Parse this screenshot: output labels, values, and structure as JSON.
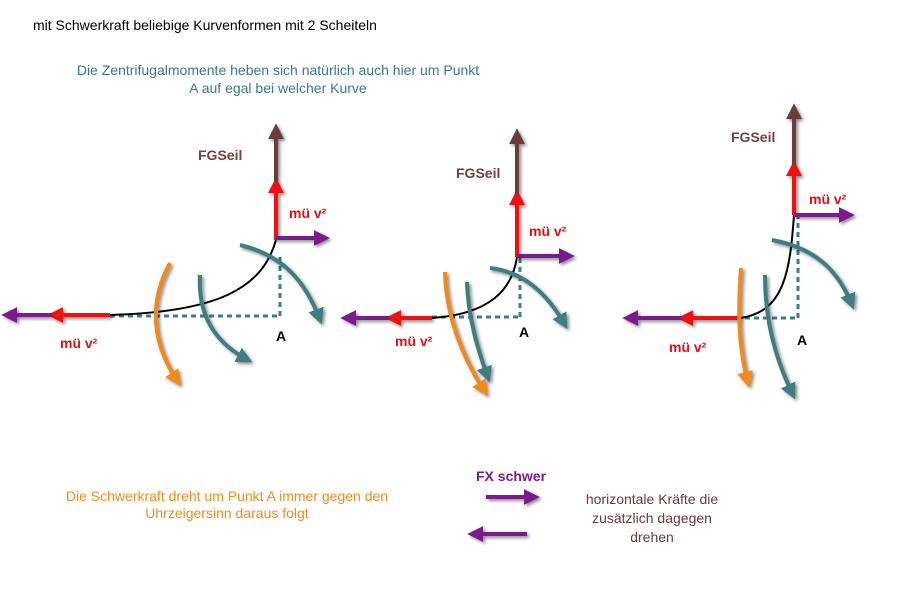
{
  "title": "mit Schwerkraft beliebige Kurvenformen mit 2 Scheiteln",
  "subtitle_line1": "Die Zentrifugalmomente heben sich natürlich auch hier um Punkt",
  "subtitle_line2": "A auf egal bei welcher Kurve",
  "label_fgseil": "FGSeil",
  "label_mu": "mü v²",
  "label_a": "A",
  "bottom_left_line1": "Die Schwerkraft dreht um Punkt A immer gegen den",
  "bottom_left_line2": "Uhrzeigersinn daraus folgt",
  "fx_label": "FX schwer",
  "bottom_right_line1": "horizontale Kräfte die",
  "bottom_right_line2": "zusätzlich dagegen",
  "bottom_right_line3": "drehen",
  "colors": {
    "title": "#000000",
    "subtitle": "#3a7b7b",
    "orange": "#f08a1c",
    "teal": "#3f7d80",
    "red": "#ee1111",
    "purple": "#7a1a8c",
    "brown": "#6b3c3a",
    "fgseil_text": "#7a3f3d",
    "mu_text": "#e01010",
    "bottom_right_text": "#6b3a3a"
  }
}
